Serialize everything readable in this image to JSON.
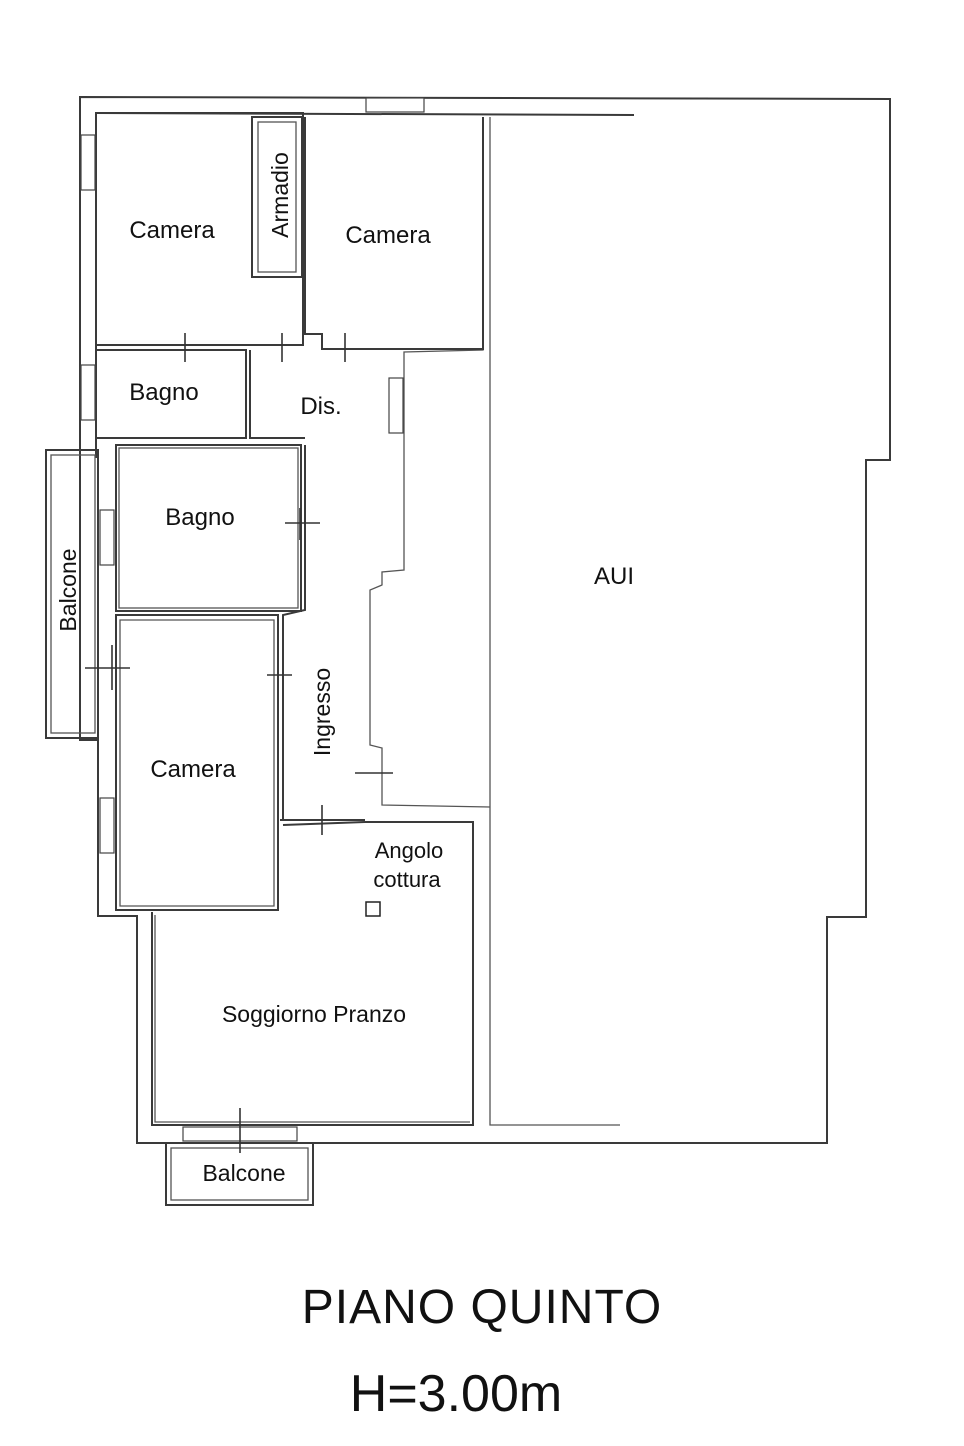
{
  "rooms": {
    "camera_1": "Camera",
    "armadio": "Armadio",
    "camera_2": "Camera",
    "bagno_1": "Bagno",
    "disimpegno": "Dis.",
    "bagno_2": "Bagno",
    "balcone_side": "Balcone",
    "ingresso": "Ingresso",
    "camera_3": "Camera",
    "aui": "AUI",
    "angolo_cottura_1": "Angolo",
    "angolo_cottura_2": "cottura",
    "soggiorno": "Soggiorno Pranzo",
    "balcone_front": "Balcone"
  },
  "floor": {
    "title": "PIANO QUINTO",
    "height": "H=3.00m"
  }
}
